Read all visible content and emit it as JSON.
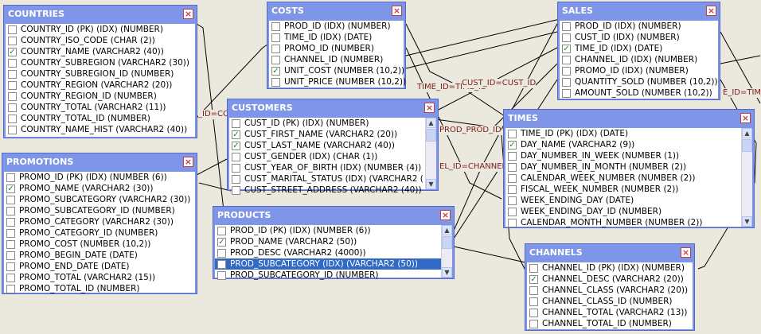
{
  "relations": {
    "id_eq_co": "_ID=CO",
    "time_id_left": "TIME_ID=TIME_ID",
    "cust_id_eq": "CUST_ID=CUST_ID",
    "prod_prod_id": "PROD_PROD_ID",
    "el_id_channel": "EL_ID=CHANNEL",
    "e_id_time": "E_ID=TIM"
  },
  "countries": {
    "title": "COUNTRIES",
    "cols": [
      {
        "label": "COUNTRY_ID (PK) (IDX) (NUMBER)",
        "checked": false
      },
      {
        "label": "COUNTRY_ISO_CODE  (CHAR (2))",
        "checked": false
      },
      {
        "label": "COUNTRY_NAME  (VARCHAR2 (40))",
        "checked": true
      },
      {
        "label": "COUNTRY_SUBREGION  (VARCHAR2 (30))",
        "checked": false
      },
      {
        "label": "COUNTRY_SUBREGION_ID  (NUMBER)",
        "checked": false
      },
      {
        "label": "COUNTRY_REGION  (VARCHAR2 (20))",
        "checked": false
      },
      {
        "label": "COUNTRY_REGION_ID  (NUMBER)",
        "checked": false
      },
      {
        "label": "COUNTRY_TOTAL  (VARCHAR2 (11))",
        "checked": false
      },
      {
        "label": "COUNTRY_TOTAL_ID  (NUMBER)",
        "checked": false
      },
      {
        "label": "COUNTRY_NAME_HIST  (VARCHAR2 (40))",
        "checked": false
      }
    ]
  },
  "costs": {
    "title": "COSTS",
    "cols": [
      {
        "label": "PROD_ID (IDX)  (NUMBER)",
        "checked": false
      },
      {
        "label": "TIME_ID (IDX)  (DATE)",
        "checked": false
      },
      {
        "label": "PROMO_ID  (NUMBER)",
        "checked": false
      },
      {
        "label": "CHANNEL_ID  (NUMBER)",
        "checked": false
      },
      {
        "label": "UNIT_COST  (NUMBER (10,2))",
        "checked": true
      },
      {
        "label": "UNIT_PRICE  (NUMBER (10,2))",
        "checked": false
      }
    ]
  },
  "sales": {
    "title": "SALES",
    "cols": [
      {
        "label": "PROD_ID (IDX)  (NUMBER)",
        "checked": false
      },
      {
        "label": "CUST_ID (IDX)  (NUMBER)",
        "checked": false
      },
      {
        "label": "TIME_ID (IDX)  (DATE)",
        "checked": true
      },
      {
        "label": "CHANNEL_ID (IDX)  (NUMBER)",
        "checked": false
      },
      {
        "label": "PROMO_ID (IDX)  (NUMBER)",
        "checked": false
      },
      {
        "label": "QUANTITY_SOLD  (NUMBER (10,2))",
        "checked": false
      },
      {
        "label": "AMOUNT_SOLD  (NUMBER (10,2))",
        "checked": false
      }
    ]
  },
  "customers": {
    "title": "CUSTOMERS",
    "cols": [
      {
        "label": "CUST_ID (PK) (IDX)  (NUMBER)",
        "checked": false
      },
      {
        "label": "CUST_FIRST_NAME  (VARCHAR2 (20))",
        "checked": true
      },
      {
        "label": "CUST_LAST_NAME  (VARCHAR2 (40))",
        "checked": true
      },
      {
        "label": "CUST_GENDER (IDX)  (CHAR (1))",
        "checked": false
      },
      {
        "label": "CUST_YEAR_OF_BIRTH (IDX)  (NUMBER (4))",
        "checked": false
      },
      {
        "label": "CUST_MARITAL_STATUS (IDX)  (VARCHAR2 (",
        "checked": false
      },
      {
        "label": "CUST_STREET_ADDRESS  (VARCHAR2 (40))",
        "checked": false
      }
    ]
  },
  "times": {
    "title": "TIMES",
    "cols": [
      {
        "label": "TIME_ID (PK) (IDX)  (DATE)",
        "checked": false
      },
      {
        "label": "DAY_NAME  (VARCHAR2 (9))",
        "checked": true
      },
      {
        "label": "DAY_NUMBER_IN_WEEK  (NUMBER (1))",
        "checked": false
      },
      {
        "label": "DAY_NUMBER_IN_MONTH  (NUMBER (2))",
        "checked": false
      },
      {
        "label": "CALENDAR_WEEK_NUMBER  (NUMBER (2))",
        "checked": false
      },
      {
        "label": "FISCAL_WEEK_NUMBER  (NUMBER (2))",
        "checked": false
      },
      {
        "label": "WEEK_ENDING_DAY  (DATE)",
        "checked": false
      },
      {
        "label": "WEEK_ENDING_DAY_ID  (NUMBER)",
        "checked": false
      },
      {
        "label": "CALENDAR_MONTH_NUMBER  (NUMBER (2))",
        "checked": false
      }
    ]
  },
  "promotions": {
    "title": "PROMOTIONS",
    "cols": [
      {
        "label": "PROMO_ID (PK) (IDX)  (NUMBER (6))",
        "checked": false
      },
      {
        "label": "PROMO_NAME  (VARCHAR2 (30))",
        "checked": true
      },
      {
        "label": "PROMO_SUBCATEGORY  (VARCHAR2 (30))",
        "checked": false
      },
      {
        "label": "PROMO_SUBCATEGORY_ID  (NUMBER)",
        "checked": false
      },
      {
        "label": "PROMO_CATEGORY  (VARCHAR2 (30))",
        "checked": false
      },
      {
        "label": "PROMO_CATEGORY_ID  (NUMBER)",
        "checked": false
      },
      {
        "label": "PROMO_COST  (NUMBER (10,2))",
        "checked": false
      },
      {
        "label": "PROMO_BEGIN_DATE  (DATE)",
        "checked": false
      },
      {
        "label": "PROMO_END_DATE  (DATE)",
        "checked": false
      },
      {
        "label": "PROMO_TOTAL  (VARCHAR2 (15))",
        "checked": false
      },
      {
        "label": "PROMO_TOTAL_ID  (NUMBER)",
        "checked": false
      }
    ]
  },
  "products": {
    "title": "PRODUCTS",
    "cols": [
      {
        "label": "PROD_ID (PK) (IDX)  (NUMBER (6))",
        "checked": false
      },
      {
        "label": "PROD_NAME  (VARCHAR2 (50))",
        "checked": true
      },
      {
        "label": "PROD_DESC  (VARCHAR2 (4000))",
        "checked": false
      },
      {
        "label": "PROD_SUBCATEGORY (IDX)  (VARCHAR2 (50))",
        "checked": false,
        "selected": true
      },
      {
        "label": "PROD_SUBCATEGORY_ID  (NUMBER)",
        "checked": false
      }
    ]
  },
  "channels": {
    "title": "CHANNELS",
    "cols": [
      {
        "label": "CHANNEL_ID (PK) (IDX)  (NUMBER)",
        "checked": false
      },
      {
        "label": "CHANNEL_DESC  (VARCHAR2 (20))",
        "checked": true
      },
      {
        "label": "CHANNEL_CLASS  (VARCHAR2 (20))",
        "checked": false
      },
      {
        "label": "CHANNEL_CLASS_ID  (NUMBER)",
        "checked": false
      },
      {
        "label": "CHANNEL_TOTAL  (VARCHAR2 (13))",
        "checked": false
      },
      {
        "label": "CHANNEL_TOTAL_ID  (NUMBER)",
        "checked": false
      }
    ]
  }
}
